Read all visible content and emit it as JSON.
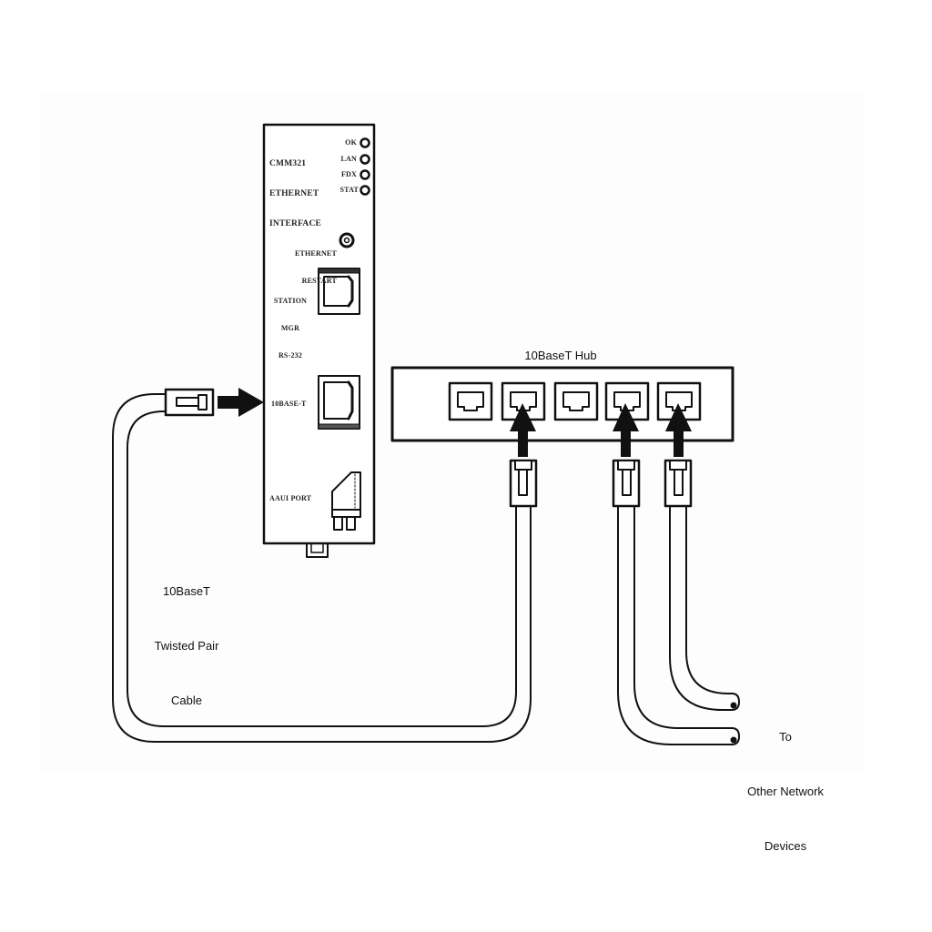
{
  "diagram": {
    "type": "network-connection-diagram",
    "module": {
      "name_lines": [
        "CMM321",
        "ETHERNET",
        "INTERFACE"
      ],
      "leds": [
        {
          "label": "OK"
        },
        {
          "label": "LAN"
        },
        {
          "label": "FDX"
        },
        {
          "label": "STAT"
        }
      ],
      "restart_button": {
        "label_lines": [
          "ETHERNET",
          "RESTART"
        ]
      },
      "station_mgr_port": {
        "label_lines": [
          "STATION",
          "MGR",
          "RS-232"
        ]
      },
      "ethernet_port": {
        "label": "10BASE-T"
      },
      "aaui_port": {
        "label": "AAUI PORT"
      }
    },
    "hub": {
      "label": "10BaseT Hub",
      "port_count": 5,
      "connected_ports": [
        2,
        4,
        5
      ]
    },
    "cable_label": {
      "lines": [
        "10BaseT",
        "Twisted Pair",
        "Cable"
      ]
    },
    "destination_label": {
      "lines": [
        "To",
        "Other Network",
        "Devices"
      ]
    },
    "colors": {
      "line": "#111111",
      "background": "#ffffff",
      "frame": "#fdfdfd"
    }
  }
}
